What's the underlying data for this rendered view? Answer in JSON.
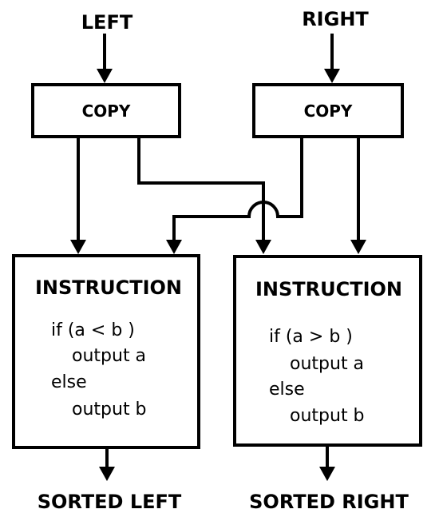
{
  "inputs": {
    "left": "LEFT",
    "right": "RIGHT"
  },
  "copy_boxes": {
    "left": "COPY",
    "right": "COPY"
  },
  "instructions": {
    "left": {
      "title": "INSTRUCTION",
      "lines": [
        "if (a < b )",
        "output a",
        "else",
        "output b"
      ]
    },
    "right": {
      "title": "INSTRUCTION",
      "lines": [
        "if (a > b )",
        "output a",
        "else",
        "output b"
      ]
    }
  },
  "outputs": {
    "left": "SORTED LEFT",
    "right": "SORTED RIGHT"
  }
}
